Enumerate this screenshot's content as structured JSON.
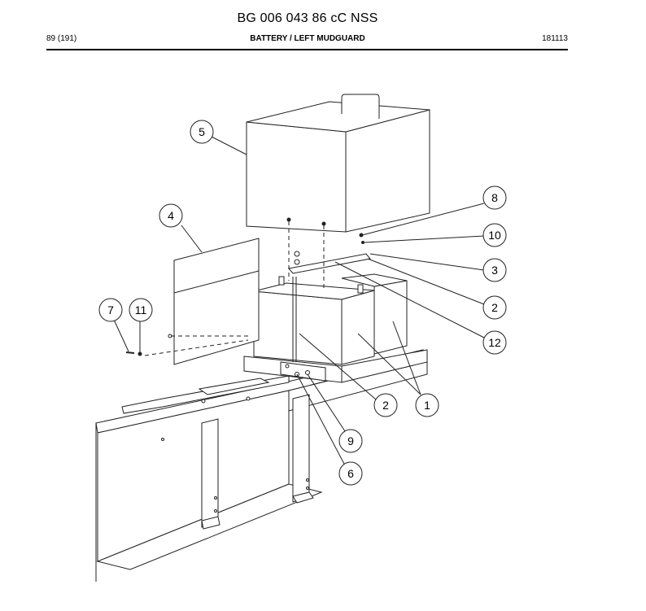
{
  "header": {
    "doc_title": "BG 006 043 86 cC NSS",
    "page": "89 (191)",
    "section": "BATTERY / LEFT MUDGUARD",
    "date": "181113"
  },
  "callouts": [
    "5",
    "4",
    "8",
    "10",
    "3",
    "2",
    "12",
    "7",
    "11",
    "2",
    "1",
    "9",
    "6"
  ]
}
